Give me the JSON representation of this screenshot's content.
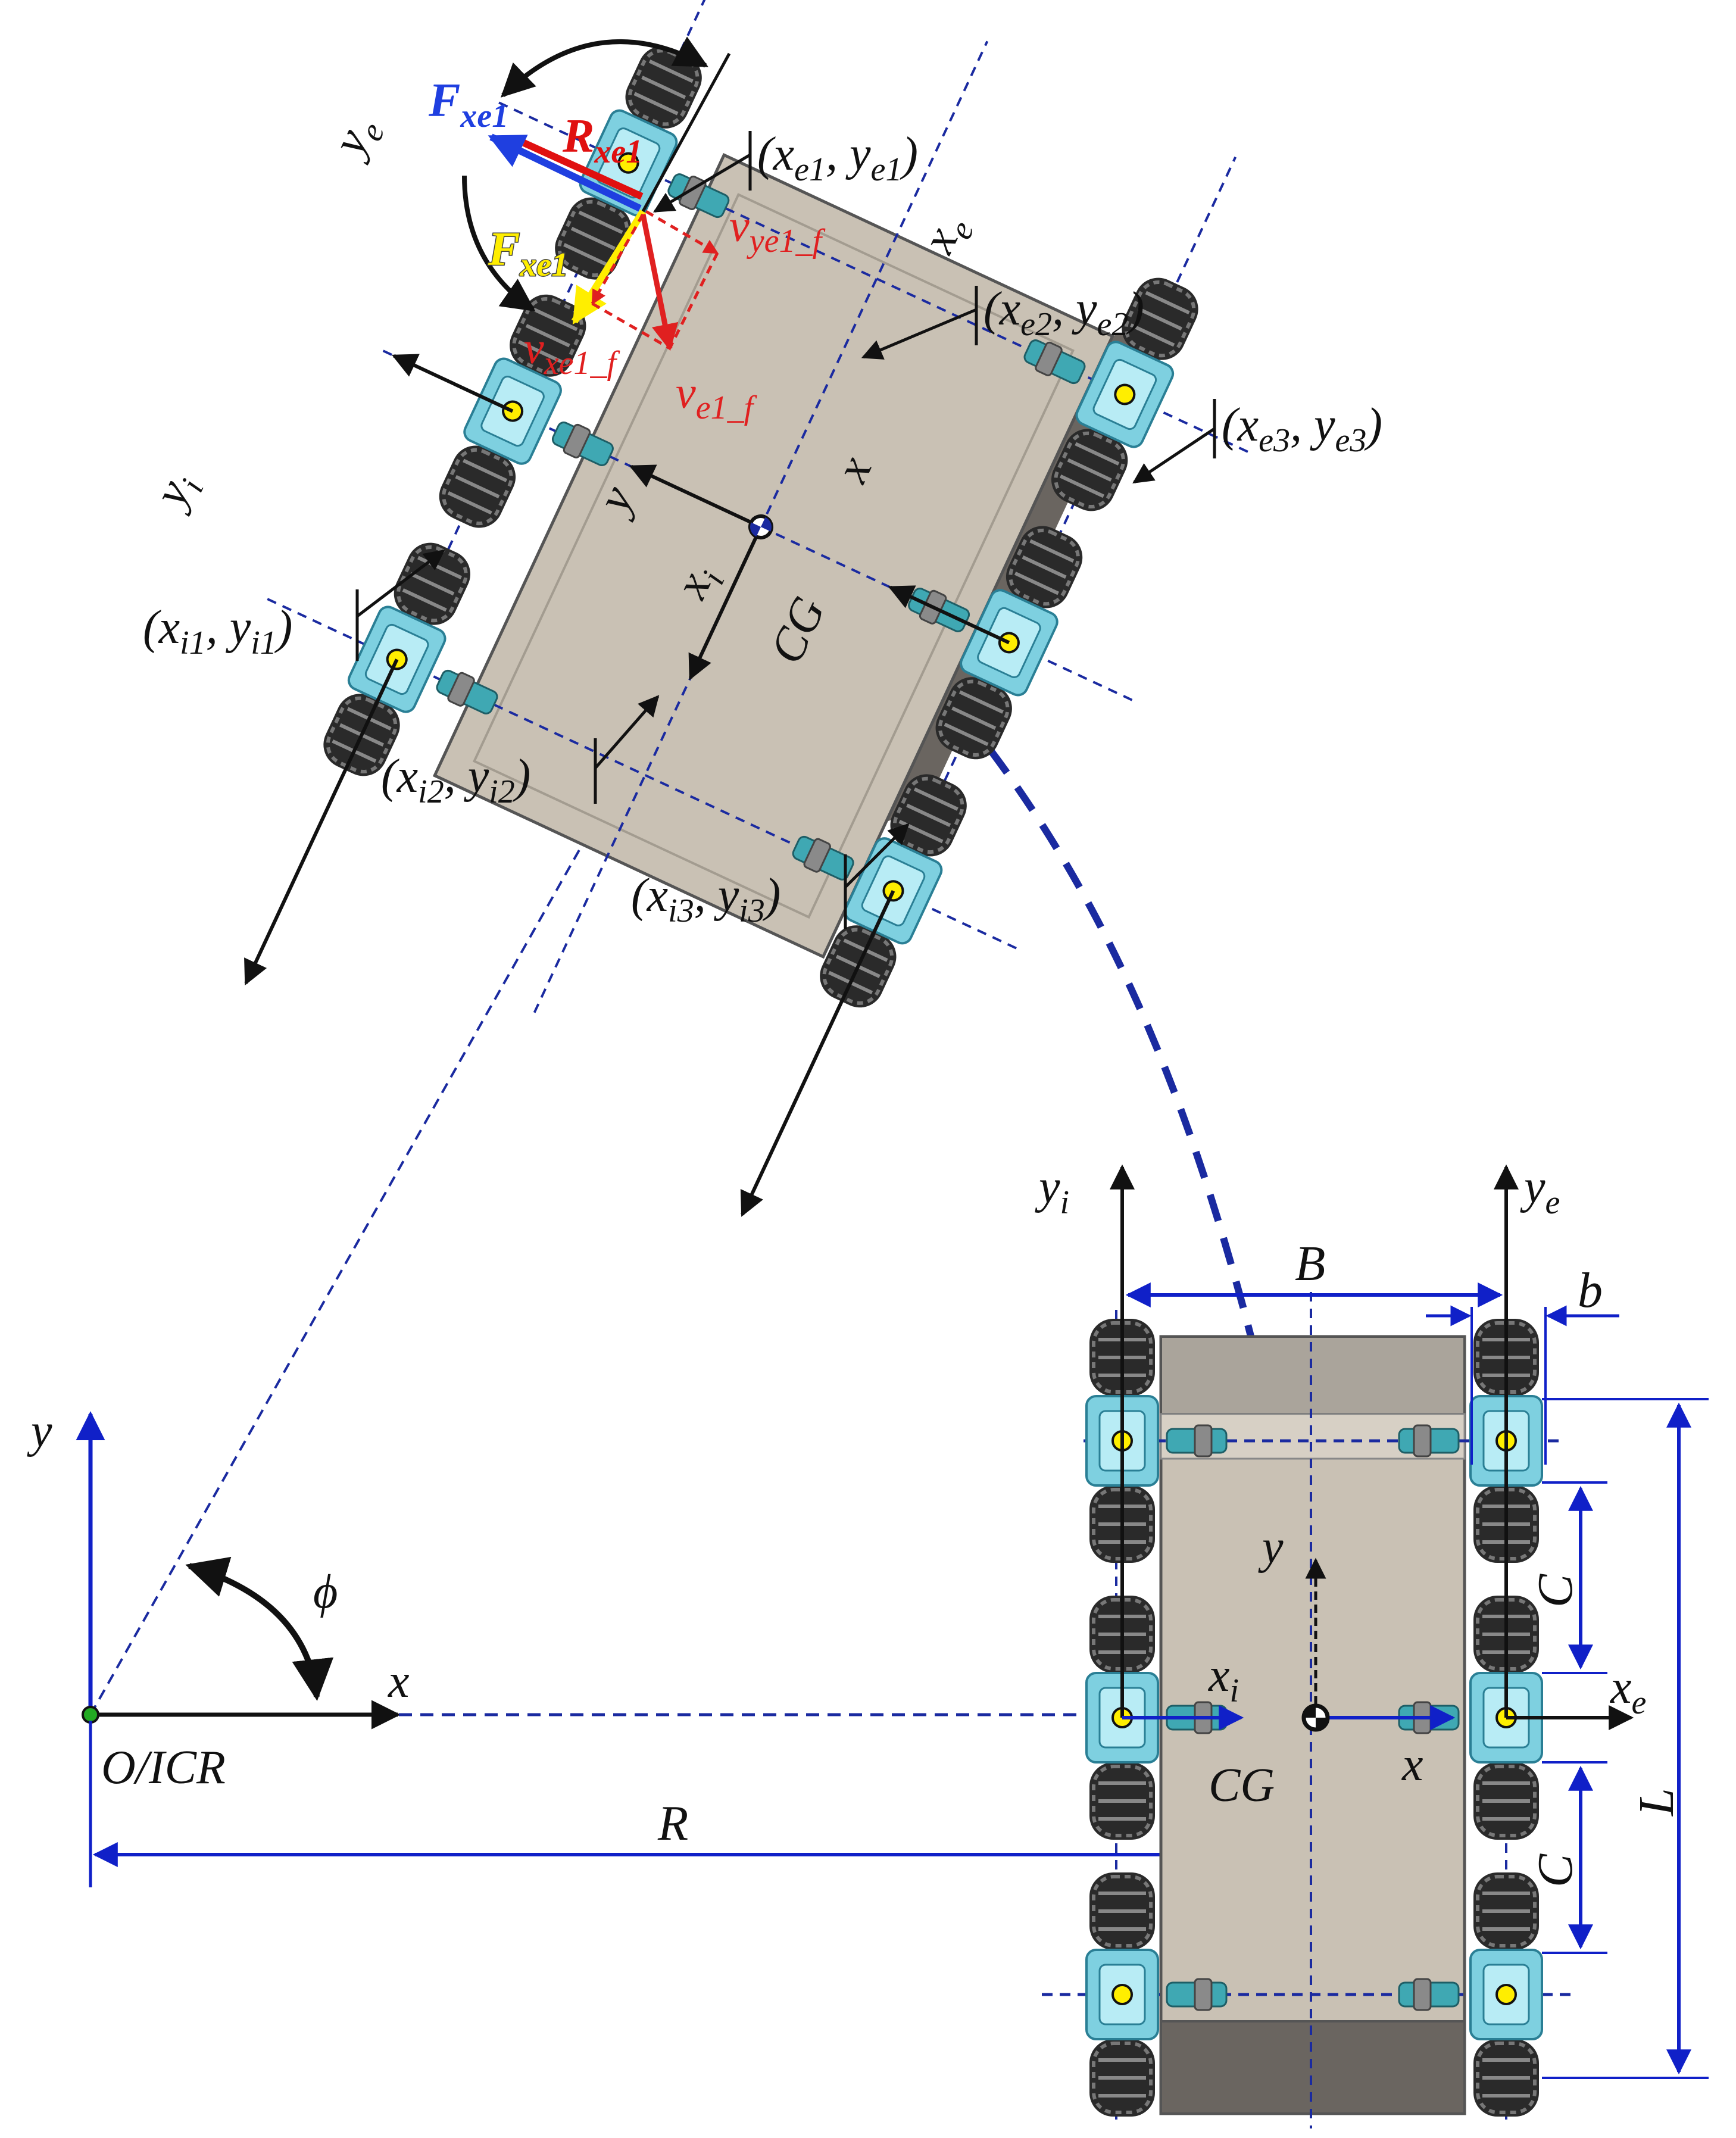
{
  "colors": {
    "axis_black": "#111111",
    "dimension_blue": "#1020c8",
    "dashed_blue": "#1a2aa0",
    "force_blue": "#1f3fe0",
    "force_red": "#e01010",
    "force_yellow": "#ffee00",
    "velocity_red": "#e02020",
    "chassis_fill": "#c9c1b4",
    "chassis_dark": "#6a6560",
    "wheel_tire": "#2a2a2a",
    "hub_cyan": "#7ed0e0",
    "center_yellow": "#ffee00"
  },
  "global_frame": {
    "origin_label": "O/ICR",
    "x_label": "x",
    "y_label": "y",
    "angle_label": "ϕ",
    "radius_label": "R"
  },
  "rotated_vehicle": {
    "frame_x_label": "x",
    "frame_y_label": "y",
    "cg_label": "CG",
    "ye": {
      "base": "y",
      "sub": "e"
    },
    "xe": {
      "base": "x",
      "sub": "e"
    },
    "yi": {
      "base": "y",
      "sub": "i"
    },
    "xi": {
      "base": "x",
      "sub": "i"
    },
    "wheel_coords": [
      {
        "open": "(x",
        "s1": "e1",
        "mid": ", y",
        "s2": "e1",
        "close": ")"
      },
      {
        "open": "(x",
        "s1": "e2",
        "mid": ", y",
        "s2": "e2",
        "close": ")"
      },
      {
        "open": "(x",
        "s1": "e3",
        "mid": ", y",
        "s2": "e3",
        "close": ")"
      },
      {
        "open": "(x",
        "s1": "i1",
        "mid": ", y",
        "s2": "i1",
        "close": ")"
      },
      {
        "open": "(x",
        "s1": "i2",
        "mid": ", y",
        "s2": "i2",
        "close": ")"
      },
      {
        "open": "(x",
        "s1": "i3",
        "mid": ", y",
        "s2": "i3",
        "close": ")"
      }
    ],
    "forces": {
      "fxe_blue": {
        "base": "F",
        "sub": "xe1"
      },
      "rxe": {
        "base": "R",
        "sub": "xe1"
      },
      "fxe_yellow": {
        "base": "F",
        "sub": "xe1"
      },
      "vye": {
        "base": "v",
        "sub": "ye1_f"
      },
      "vxe": {
        "base": "v",
        "sub": "xe1_f"
      },
      "ve": {
        "base": "v",
        "sub": "e1_f"
      }
    }
  },
  "straight_vehicle": {
    "yi": {
      "base": "y",
      "sub": "i"
    },
    "ye": {
      "base": "y",
      "sub": "e"
    },
    "xi": {
      "base": "x",
      "sub": "i"
    },
    "xe": {
      "base": "x",
      "sub": "e"
    },
    "x_label": "x",
    "y_label": "y",
    "cg_label": "CG",
    "dim_B": "B",
    "dim_b": "b",
    "dim_C_upper": "C",
    "dim_C_lower": "C",
    "dim_L": "L"
  }
}
